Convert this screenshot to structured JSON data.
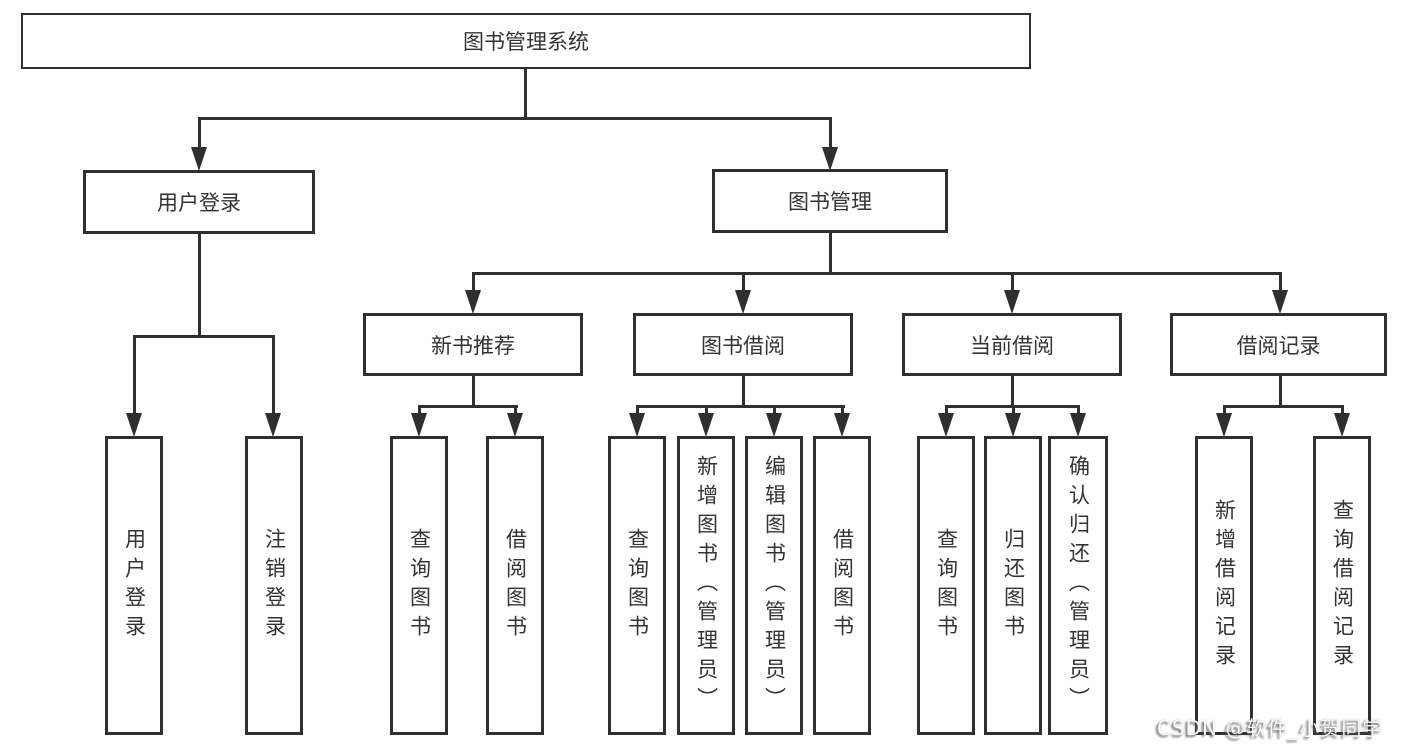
{
  "diagram": {
    "root": {
      "label": "图书管理系统"
    },
    "level2": {
      "user_login": {
        "label": "用户登录"
      },
      "book_mgmt": {
        "label": "图书管理"
      }
    },
    "level3": {
      "new_book": {
        "label": "新书推荐"
      },
      "borrow": {
        "label": "图书借阅"
      },
      "current": {
        "label": "当前借阅"
      },
      "records": {
        "label": "借阅记录"
      }
    },
    "leaves": {
      "user_login": {
        "login": "用户登录",
        "logout": "注销登录"
      },
      "new_book": {
        "query": "查询图书",
        "borrow": "借阅图书"
      },
      "borrow": {
        "query": "查询图书",
        "add": "新增图书（管理员）",
        "edit": "编辑图书（管理员）",
        "borrow": "借阅图书"
      },
      "current": {
        "query": "查询图书",
        "return": "归还图书",
        "confirm": "确认归还（管理员）"
      },
      "records": {
        "add": "新增借阅记录",
        "query": "查询借阅记录"
      }
    }
  },
  "watermark": {
    "text": "CSDN @软件_小贺同学"
  },
  "colors": {
    "line": "#2f2f2f",
    "text": "#333333",
    "background": "#ffffff"
  }
}
